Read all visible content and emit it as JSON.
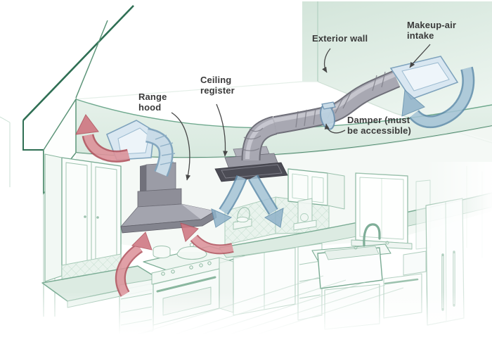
{
  "diagram": {
    "labels": {
      "range_hood": {
        "line1": "Range",
        "line2": "hood"
      },
      "ceiling_register": {
        "line1": "Ceiling",
        "line2": "register"
      },
      "exterior_wall": {
        "text": "Exterior wall"
      },
      "makeup_air_intake": {
        "line1": "Makeup-air",
        "line2": "intake"
      },
      "damper": {
        "line1": "Damper (must",
        "line2": "be accessible)"
      }
    },
    "colors": {
      "structure_line_green": "#2f6f54",
      "soft_line_green": "#8ab79f",
      "wall_fill_green": "#e3efe8",
      "duct_gray": "#a8a8b2",
      "duct_shadow_gray": "#6f6f79",
      "wall_cap_blue": "#d9e7f1",
      "exhaust_airflow_red": "#cc6b74",
      "intake_airflow_blue": "#8fb2c9",
      "label_text": "#3a3a3a"
    }
  }
}
